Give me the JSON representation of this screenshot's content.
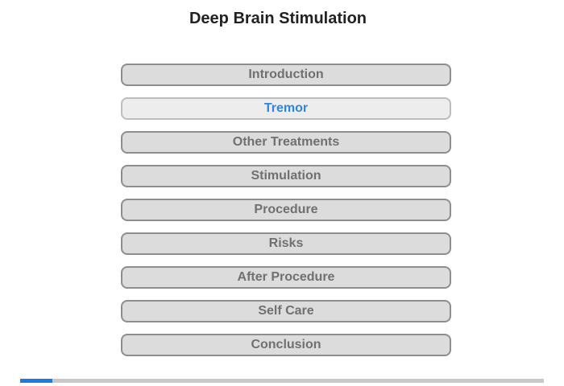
{
  "title": "Deep Brain Stimulation",
  "menu": {
    "items": [
      {
        "label": "Introduction",
        "active": false
      },
      {
        "label": "Tremor",
        "active": true
      },
      {
        "label": "Other Treatments",
        "active": false
      },
      {
        "label": "Stimulation",
        "active": false
      },
      {
        "label": "Procedure",
        "active": false
      },
      {
        "label": "Risks",
        "active": false
      },
      {
        "label": "After Procedure",
        "active": false
      },
      {
        "label": "Self Care",
        "active": false
      },
      {
        "label": "Conclusion",
        "active": false
      }
    ]
  },
  "progress": {
    "fraction": 0.062
  },
  "colors": {
    "active_text": "#2f86e0",
    "progress_fill": "#1f7ae0",
    "button_bg": "#dcdcdc",
    "button_border": "#8e8e8e"
  }
}
